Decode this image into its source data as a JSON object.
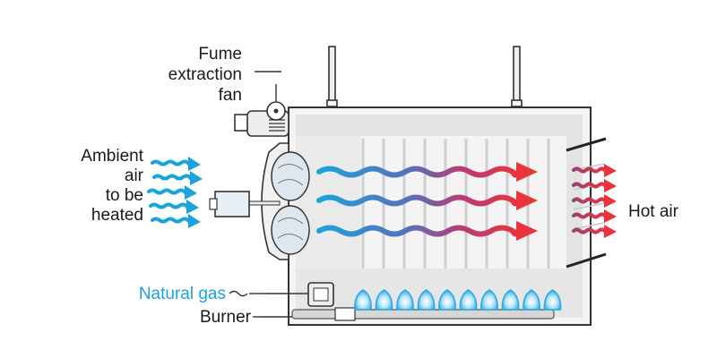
{
  "labels": {
    "fume_line1": "Fume",
    "fume_line2": "extraction",
    "fume_line3": "fan",
    "ambient_line1": "Ambient",
    "ambient_line2": "air",
    "ambient_line3": "to be",
    "ambient_line4": "heated",
    "hot_air": "Hot air",
    "natural_gas": "Natural gas",
    "burner": "Burner"
  },
  "colors": {
    "cold": "#1ba3dc",
    "hot": "#e8343c",
    "outline": "#333333",
    "panel": "#e6e6e6",
    "flame": "#29a9e0"
  }
}
